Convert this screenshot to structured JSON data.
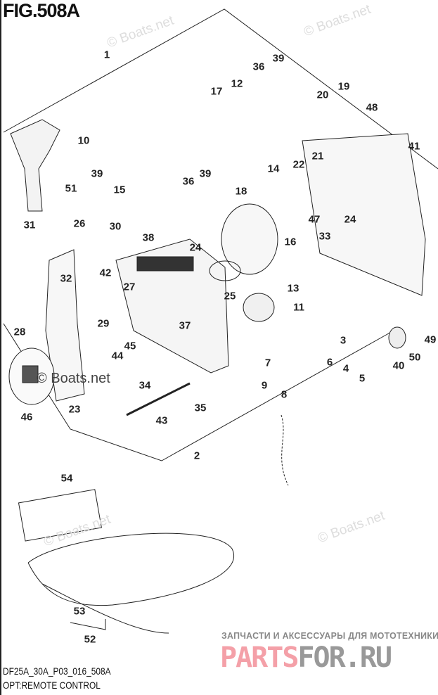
{
  "figure": {
    "title": "FIG.508A",
    "code": "DF25A_30A_P03_016_508A",
    "caption": "OPT:REMOTE CONTROL"
  },
  "watermarks": {
    "boats": "© Boats.net",
    "partsfor_tagline": "ЗАПЧАСТИ И АКСЕССУАРЫ ДЛЯ МОТОТЕХНИКИ",
    "partsfor_a": "PARTS",
    "partsfor_b": "FOR.RU"
  },
  "labels": [
    "1",
    "10",
    "51",
    "31",
    "39",
    "15",
    "26",
    "30",
    "32",
    "42",
    "27",
    "38",
    "24",
    "25",
    "29",
    "44",
    "45",
    "37",
    "28",
    "46",
    "23",
    "34",
    "35",
    "43",
    "2",
    "36",
    "39",
    "17",
    "12",
    "20",
    "19",
    "48",
    "36",
    "39",
    "14",
    "18",
    "16",
    "21",
    "22",
    "47",
    "24",
    "33",
    "41",
    "13",
    "11",
    "3",
    "6",
    "4",
    "5",
    "7",
    "9",
    "8",
    "40",
    "50",
    "49",
    "54",
    "53",
    "52"
  ],
  "colors": {
    "line": "#222222",
    "partsfor_red": "#f4a0a8",
    "partsfor_gray": "#999999"
  }
}
